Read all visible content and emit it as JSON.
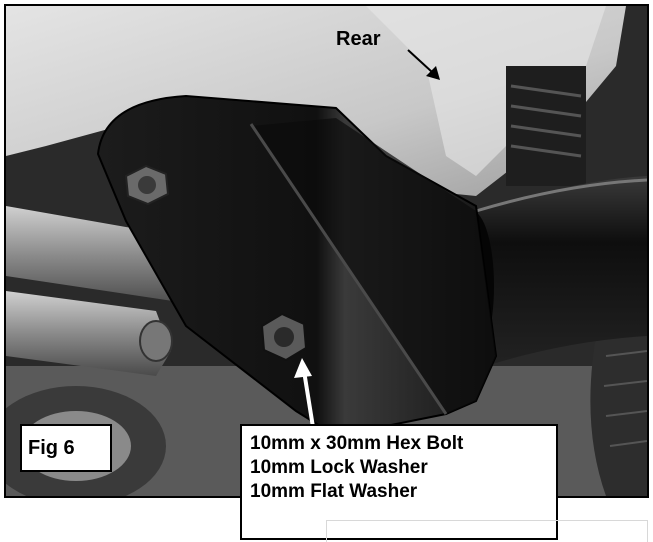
{
  "figure": {
    "label": "Fig 6",
    "direction_label": "Rear",
    "hardware": [
      "10mm x 30mm Hex Bolt",
      "10mm Lock Washer",
      "10mm Flat Washer"
    ]
  },
  "colors": {
    "bracket": "#141414",
    "frame": "#d9d9d9",
    "pipe": "#9a9a9a",
    "receiver_tube": "#1a1a1a"
  }
}
